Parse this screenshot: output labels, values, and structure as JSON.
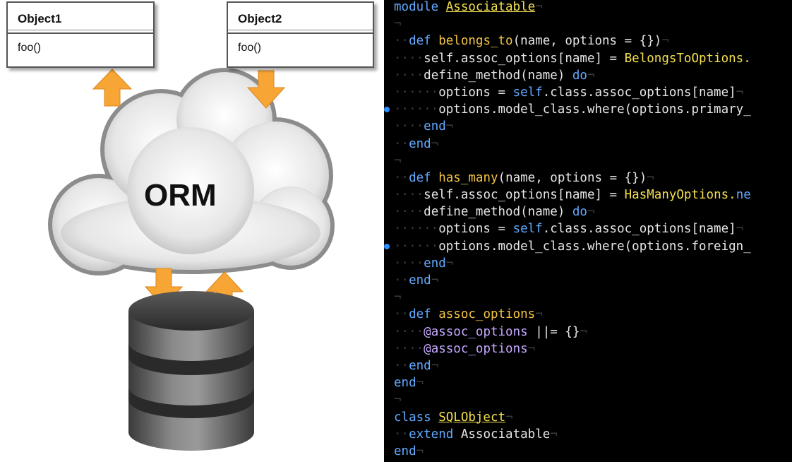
{
  "diagram": {
    "object1": {
      "name": "Object1",
      "method": "foo()"
    },
    "object2": {
      "name": "Object2",
      "method": "foo()"
    },
    "orm_label": "ORM"
  },
  "code_lines": [
    [
      [
        "kw",
        "module "
      ],
      [
        "cls",
        "Associatable"
      ],
      [
        "ws",
        "¬"
      ]
    ],
    [
      [
        "ws",
        "¬"
      ]
    ],
    [
      [
        "ws",
        "··"
      ],
      [
        "kw",
        "def "
      ],
      [
        "fn",
        "belongs_to"
      ],
      [
        "",
        "(name, options = {})"
      ],
      [
        "ws",
        "¬"
      ]
    ],
    [
      [
        "ws",
        "····"
      ],
      [
        "",
        "self.assoc_options[name] = "
      ],
      [
        "cst",
        "BelongsToOptions."
      ]
    ],
    [
      [
        "ws",
        "····"
      ],
      [
        "",
        "define_method(name) "
      ],
      [
        "kw",
        "do"
      ],
      [
        "ws",
        "¬"
      ]
    ],
    [
      [
        "ws",
        "······"
      ],
      [
        "",
        "options = "
      ],
      [
        "kw",
        "self"
      ],
      [
        "",
        ".class.assoc_options[name]"
      ],
      [
        "ws",
        "¬"
      ]
    ],
    [
      [
        "ws",
        "······"
      ],
      [
        "",
        "options.model_class.where(options.primary_"
      ]
    ],
    [
      [
        "ws",
        "····"
      ],
      [
        "kw",
        "end"
      ],
      [
        "ws",
        "¬"
      ]
    ],
    [
      [
        "ws",
        "··"
      ],
      [
        "kw",
        "end"
      ],
      [
        "ws",
        "¬"
      ]
    ],
    [
      [
        "ws",
        "¬"
      ]
    ],
    [
      [
        "ws",
        "··"
      ],
      [
        "kw",
        "def "
      ],
      [
        "fn",
        "has_many"
      ],
      [
        "",
        "(name, options = {})"
      ],
      [
        "ws",
        "¬"
      ]
    ],
    [
      [
        "ws",
        "····"
      ],
      [
        "",
        "self.assoc_options[name] = "
      ],
      [
        "cst",
        "HasManyOptions."
      ],
      [
        "kw",
        "ne"
      ]
    ],
    [
      [
        "ws",
        "····"
      ],
      [
        "",
        "define_method(name) "
      ],
      [
        "kw",
        "do"
      ],
      [
        "ws",
        "¬"
      ]
    ],
    [
      [
        "ws",
        "······"
      ],
      [
        "",
        "options = "
      ],
      [
        "kw",
        "self"
      ],
      [
        "",
        ".class.assoc_options[name]"
      ],
      [
        "ws",
        "¬"
      ]
    ],
    [
      [
        "ws",
        "······"
      ],
      [
        "",
        "options.model_class.where(options.foreign_"
      ]
    ],
    [
      [
        "ws",
        "····"
      ],
      [
        "kw",
        "end"
      ],
      [
        "ws",
        "¬"
      ]
    ],
    [
      [
        "ws",
        "··"
      ],
      [
        "kw",
        "end"
      ],
      [
        "ws",
        "¬"
      ]
    ],
    [
      [
        "ws",
        "¬"
      ]
    ],
    [
      [
        "ws",
        "··"
      ],
      [
        "kw",
        "def "
      ],
      [
        "fn",
        "assoc_options"
      ],
      [
        "ws",
        "¬"
      ]
    ],
    [
      [
        "ws",
        "····"
      ],
      [
        "ivar",
        "@assoc_options"
      ],
      [
        "",
        " ||= {}"
      ],
      [
        "ws",
        "¬"
      ]
    ],
    [
      [
        "ws",
        "····"
      ],
      [
        "ivar",
        "@assoc_options"
      ],
      [
        "ws",
        "¬"
      ]
    ],
    [
      [
        "ws",
        "··"
      ],
      [
        "kw",
        "end"
      ],
      [
        "ws",
        "¬"
      ]
    ],
    [
      [
        "kw",
        "end"
      ],
      [
        "ws",
        "¬"
      ]
    ],
    [
      [
        "ws",
        "¬"
      ]
    ],
    [
      [
        "kw",
        "class "
      ],
      [
        "cls",
        "SQLObject"
      ],
      [
        "ws",
        "¬"
      ]
    ],
    [
      [
        "ws",
        "··"
      ],
      [
        "kw",
        "extend "
      ],
      [
        "",
        "Associatable"
      ],
      [
        "ws",
        "¬"
      ]
    ],
    [
      [
        "kw",
        "end"
      ],
      [
        "ws",
        "¬"
      ]
    ]
  ],
  "breakpoint_lines": [
    6,
    14
  ],
  "colors": {
    "keyword": "#63a9ff",
    "method_name": "#f4c542",
    "constant": "#f4e04d",
    "ivar": "#c6a8ff",
    "arrow": "#f7a534",
    "editor_bg": "#000000"
  }
}
